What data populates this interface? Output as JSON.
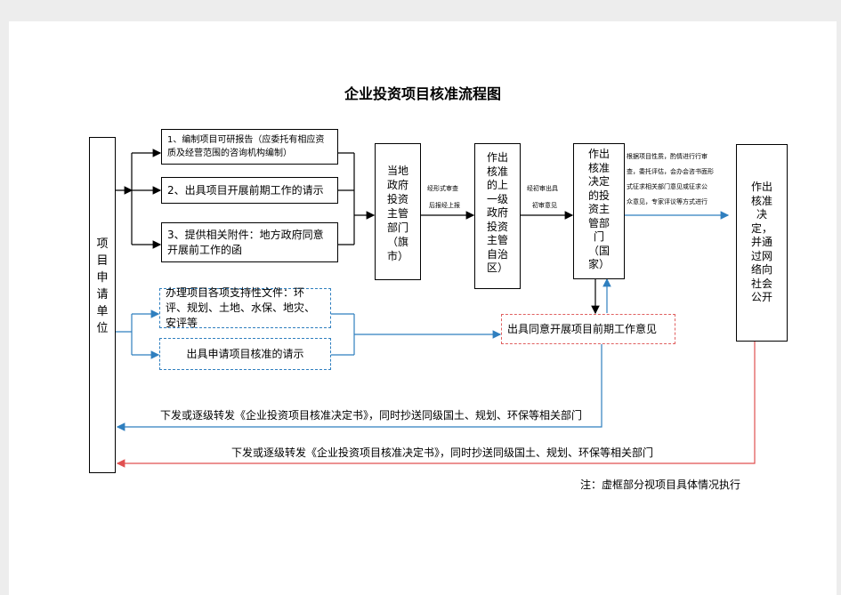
{
  "title": "企业投资项目核准流程图",
  "applicant": "项目申请单位",
  "step1": "1、编制项目可研报告（应委托有相应资质及经营范围的咨询机构编制）",
  "step2": "2、出具项目开展前期工作的请示",
  "step3": "3、提供相关附件：地方政府同意开展前工作的函",
  "local_dept": "当地政府投资主管部门（旗市）",
  "edge_local_to_upper": [
    "经形式审查",
    "后报经上报"
  ],
  "upper_dept": "作出核准的上一级政府投资主管自治区）",
  "edge_upper_to_state": [
    "经初审出具",
    "初审意见"
  ],
  "state_dept": "作出核准决定的投资主管部门（国家）",
  "edge_state_to_final": [
    "根据项目性质，酌情进行行审",
    "查，委托评估，会办会咨书面形",
    "式征求相关部门意见或征求公",
    "众意见，专家评议等方式进行"
  ],
  "final": "作出核准决定，并通过网络向社会公开",
  "support_docs": "办理项目各项支持性文件：环评、规划、土地、水保、地灾、安评等",
  "approval_request": "出具申请项目核准的请示",
  "opinion": "出具同意开展项目前期工作意见",
  "return_blue": "下发或逐级转发《企业投资项目核准决定书》，同时抄送同级国土、规划、环保等相关部门",
  "return_red": "下发或逐级转发《企业投资项目核准决定书》，同时抄送同级国土、规划、环保等相关部门",
  "note": "注：虚框部分视项目具体情况执行",
  "colors": {
    "blue": "#2f7fbf",
    "red": "#e05050",
    "black": "#000000"
  }
}
